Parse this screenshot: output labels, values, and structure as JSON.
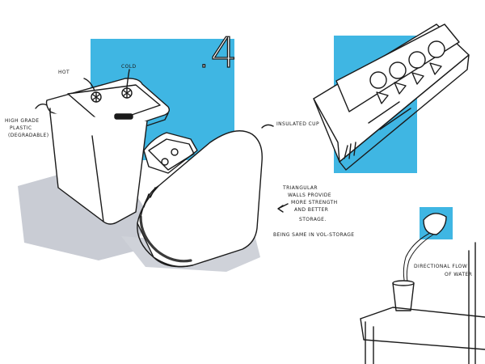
{
  "sheet": {
    "section_number": ".4",
    "labels": {
      "hot": "HOT",
      "cold": "COLD",
      "material_line1": "HIGH GRADE",
      "material_line2": "PLASTIC",
      "material_line3": "(DEGRADABLE)",
      "cup": "INSULATED CUP",
      "walls_line1": "TRIANGULAR",
      "walls_line2": "WALLS PROVIDE",
      "walls_line3": "MORE STRENGTH",
      "walls_line4": "AND BETTER",
      "walls_line5": "STORAGE.",
      "walls_line6": "BEING SAME IN VOL-STORAGE",
      "flow_line1": "DIRECTIONAL FLOW",
      "flow_line2": "OF WATER"
    },
    "colors": {
      "accent_blue": "#3fb6e3",
      "shadow_grey": "#c9ccd4",
      "ink": "#1a1a1a"
    }
  }
}
